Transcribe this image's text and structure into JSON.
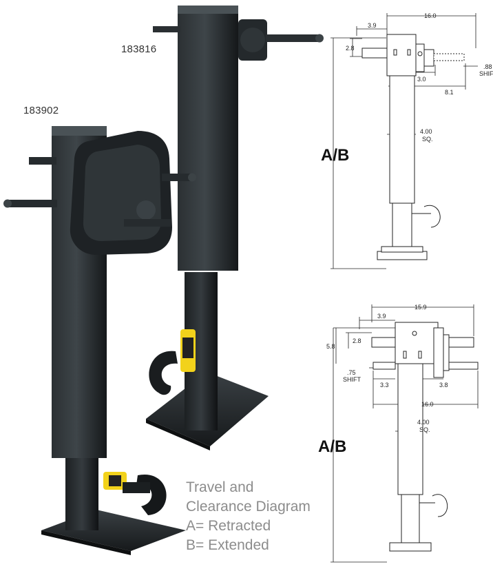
{
  "models": {
    "left": "183902",
    "right": "183816"
  },
  "legend": {
    "line1": "Travel and",
    "line2": "Clearance Diagram",
    "line3": "A= Retracted",
    "line4": "B= Extended"
  },
  "diagram_top": {
    "label_ab": "A/B",
    "width_total": "16.0",
    "offset_top": "3.9",
    "handle_height": "2.8",
    "shift_value": ".88",
    "shift_label": "SHIFT",
    "gearbox_offset": "3.0",
    "crank_reach": "8.1",
    "tube_size": "4.00",
    "tube_unit": "SQ."
  },
  "diagram_bottom": {
    "label_ab": "A/B",
    "width_top": "15.9",
    "offset_top": "3.9",
    "total_height": "5.8",
    "handle_height": "2.8",
    "shift_value": ".75",
    "shift_label": "SHIFT",
    "left_offset": "3.3",
    "right_offset": "3.8",
    "width_bottom": "16.0",
    "tube_size": "4.00",
    "tube_unit": "SQ."
  },
  "colors": {
    "jack_body": "#1f2326",
    "jack_highlight": "#3d4448",
    "label_yellow": "#f2d21b",
    "legend_text": "#8c8c8c"
  }
}
